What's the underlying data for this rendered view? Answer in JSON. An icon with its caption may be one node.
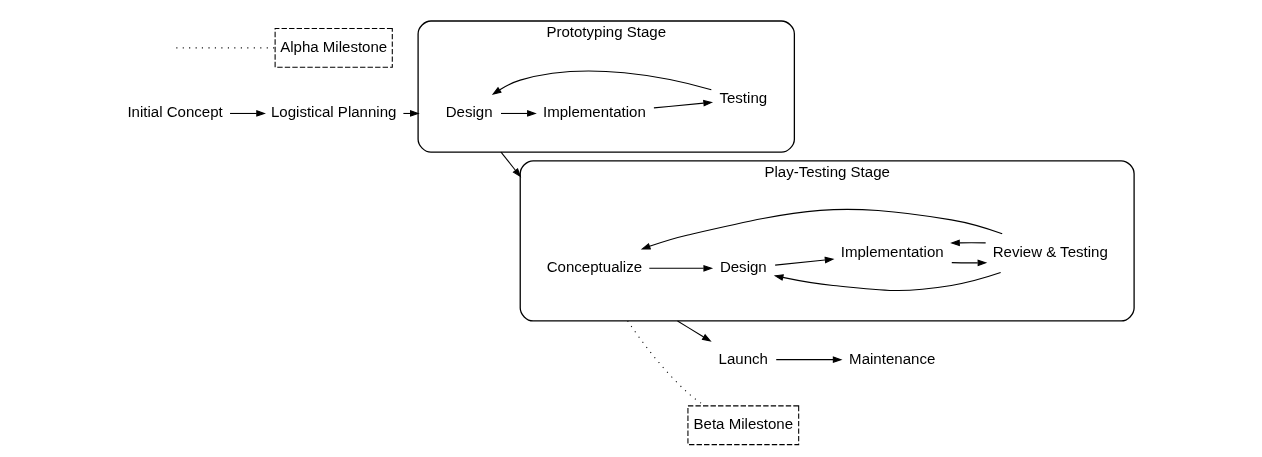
{
  "diagram": {
    "nodes": [
      {
        "text": [
          "Initial Concept"
        ]
      },
      {
        "text": [
          "Logistical Planning"
        ]
      },
      {
        "text": [
          "Prototyping Stage"
        ]
      },
      {
        "text": [
          "Design"
        ],
        "in": 2
      },
      {
        "text": [
          "Implementation"
        ],
        "in": 2
      },
      {
        "text": [
          "Testing"
        ],
        "in": 2
      },
      {
        "text": [
          "Play-Testing Stage"
        ]
      },
      {
        "text": [
          "Conceptualize"
        ],
        "in": 6
      },
      {
        "text": [
          "Review & Testing"
        ],
        "in": 6
      },
      {
        "text": [
          "Design"
        ],
        "in": 6
      },
      {
        "text": [
          "Implementation"
        ],
        "in": 6
      },
      {
        "text": [
          "Launch"
        ]
      },
      {
        "text": [
          "Maintenance"
        ]
      },
      {
        "text": [
          "Alpha Milestone"
        ]
      },
      {
        "text": [
          "Beta Milestone"
        ]
      }
    ],
    "edges": [
      {
        "from": 0,
        "to": 1,
        "arrow": "to"
      },
      {
        "from": 1,
        "to": 2,
        "arrow": "to"
      },
      {
        "from": 3,
        "to": 4,
        "arrow": "to"
      },
      {
        "from": 4,
        "to": 5,
        "arrow": "to"
      },
      {
        "from": 5,
        "to": 3,
        "arrow": "to"
      },
      {
        "from": 2,
        "to": 6,
        "arrow": "to"
      },
      {
        "from": 8,
        "to": 7,
        "arrow": "to"
      },
      {
        "from": 8,
        "to": 9,
        "arrow": "to"
      },
      {
        "from": 8,
        "to": 10,
        "arrow": "to"
      },
      {
        "from": 7,
        "to": 9,
        "arrow": "to"
      },
      {
        "from": 9,
        "to": 10,
        "arrow": "to"
      },
      {
        "from": 10,
        "to": 8,
        "arrow": "to"
      },
      {
        "from": 6,
        "to": 11,
        "arrow": "to"
      },
      {
        "from": 11,
        "to": 12,
        "arrow": "to"
      },
      {
        "from": null,
        "to": 13,
        "arrow": "none",
        "style": "dashed"
      },
      {
        "from": 6,
        "to": 14,
        "arrow": "none",
        "style": "dashed"
      }
    ]
  }
}
